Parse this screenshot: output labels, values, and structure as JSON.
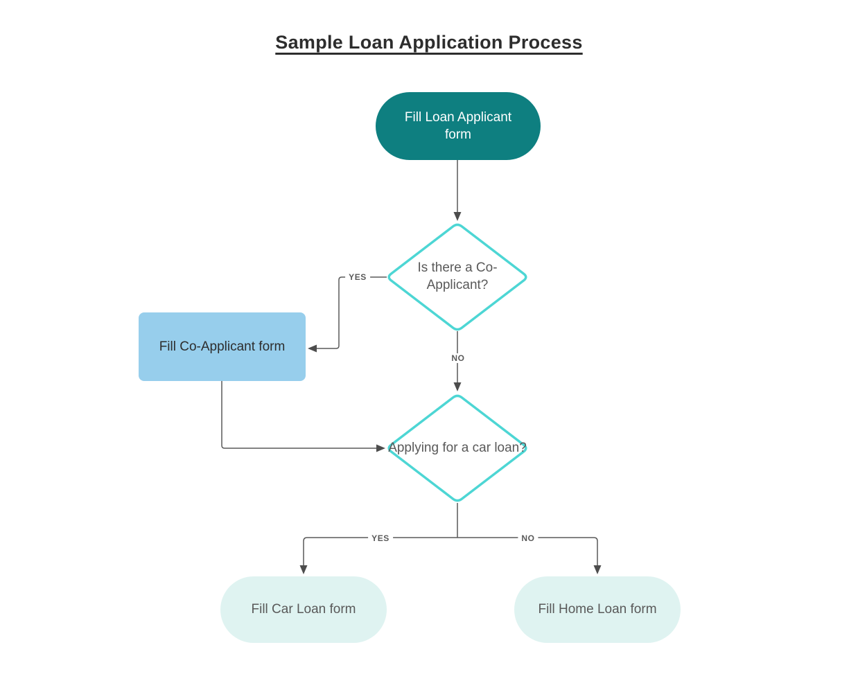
{
  "title": "Sample Loan Application Process",
  "theme": {
    "canvas": "#ffffff",
    "teal": "#0e7f80",
    "light-blue": "#97ceec",
    "mint": "#dff3f1",
    "diamond-border": "#4dd6d4",
    "line": "#595959",
    "arrow": "#4d4d4d",
    "text-dark": "#2d2d2d",
    "text-gray": "#595959"
  },
  "nodes": {
    "start": {
      "label": "Fill Loan Applicant form"
    },
    "decision_co_applicant": {
      "label": "Is there a Co-Applicant?"
    },
    "co_applicant_form": {
      "label": "Fill Co-Applicant form"
    },
    "decision_car_loan": {
      "label": "Applying for a car loan?"
    },
    "car_loan_form": {
      "label": "Fill Car Loan form"
    },
    "home_loan_form": {
      "label": "Fill Home Loan form"
    }
  },
  "edges": {
    "co_applicant_yes": {
      "label": "YES"
    },
    "co_applicant_no": {
      "label": "NO"
    },
    "car_loan_yes": {
      "label": "YES"
    },
    "car_loan_no": {
      "label": "NO"
    }
  }
}
